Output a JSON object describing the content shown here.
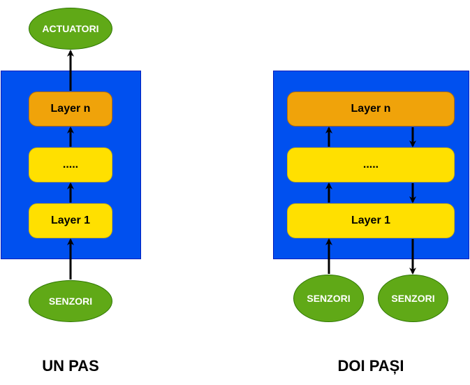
{
  "left": {
    "actuators_label": "ACTUATORI",
    "layer_n_label": "Layer n",
    "middle_label": ".....",
    "layer_1_label": "Layer 1",
    "sensors_label": "SENZORI",
    "caption": "UN PAS"
  },
  "right": {
    "layer_n_label": "Layer n",
    "middle_label": ".....",
    "layer_1_label": "Layer 1",
    "sensors_in_label": "SENZORI",
    "sensors_out_label": "SENZORI",
    "caption": "DOI PAȘI"
  },
  "colors": {
    "panel": "#0050EF",
    "layer_top": "#F0A30A",
    "layer": "#FFE000",
    "node": "#60A917",
    "arrow": "#000000"
  }
}
